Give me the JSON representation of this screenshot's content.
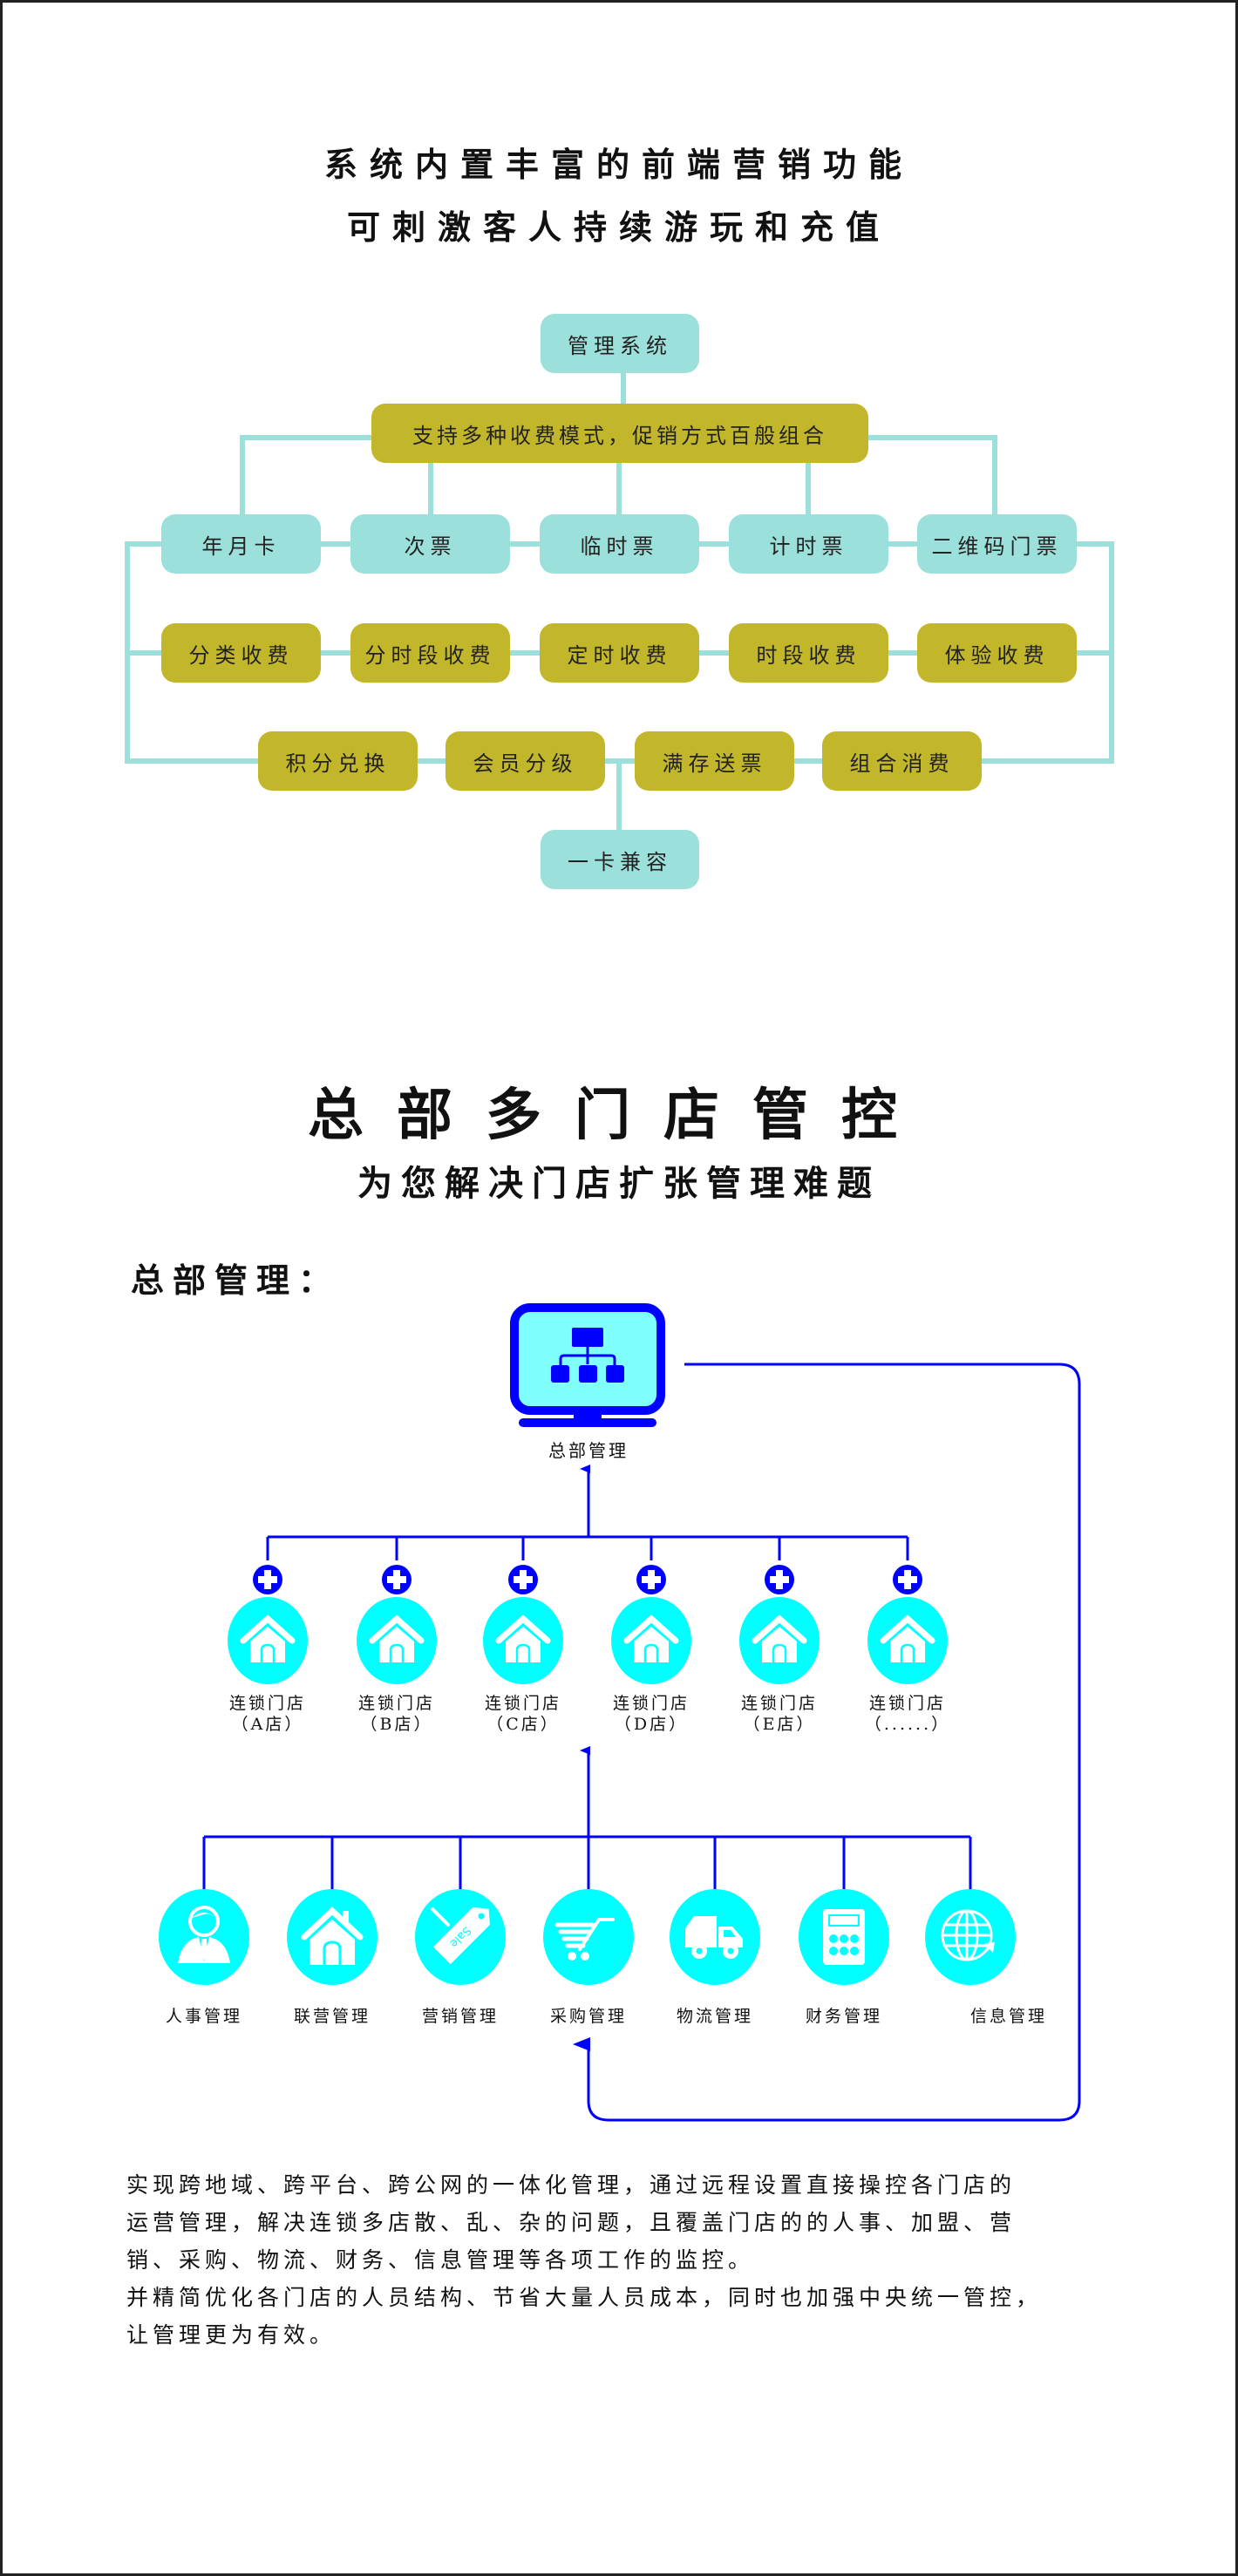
{
  "section1": {
    "title_line1": "系统内置丰富的前端营销功能",
    "title_line2": "可刺激客人持续游玩和充值",
    "root": "管理系统",
    "hub": "支持多种收费模式，促销方式百般组合",
    "row1": [
      "年月卡",
      "次票",
      "临时票",
      "计时票",
      "二维码门票"
    ],
    "row2": [
      "分类收费",
      "分时段收费",
      "定时收费",
      "时段收费",
      "体验收费"
    ],
    "row3": [
      "积分兑换",
      "会员分级",
      "满存送票",
      "组合消费"
    ],
    "leaf": "一卡兼容"
  },
  "section2": {
    "title": "总部多门店管控",
    "subtitle": "为您解决门店扩张管理难题",
    "heading": "总部管理：",
    "hq_label": "总部管理",
    "stores": [
      {
        "name": "连锁门店",
        "sub": "（A店）"
      },
      {
        "name": "连锁门店",
        "sub": "（B店）"
      },
      {
        "name": "连锁门店",
        "sub": "（C店）"
      },
      {
        "name": "连锁门店",
        "sub": "（D店）"
      },
      {
        "name": "连锁门店",
        "sub": "（E店）"
      },
      {
        "name": "连锁门店",
        "sub": "（......）"
      }
    ],
    "modules": [
      {
        "label": "人事管理",
        "icon": "person-icon"
      },
      {
        "label": "联营管理",
        "icon": "house-icon"
      },
      {
        "label": "营销管理",
        "icon": "sale-tag-icon"
      },
      {
        "label": "采购管理",
        "icon": "shopping-cart-icon"
      },
      {
        "label": "物流管理",
        "icon": "truck-icon"
      },
      {
        "label": "财务管理",
        "icon": "calculator-icon"
      },
      {
        "label": "信息管理",
        "icon": "globe-icon"
      }
    ],
    "sale_text": "Sale",
    "paragraph": [
      "实现跨地域、跨平台、跨公网的一体化管理，通过远程设置直接操控各门店的",
      "运营管理，解决连锁多店散、乱、杂的问题，且覆盖门店的的人事、加盟、营",
      "销、采购、物流、财务、信息管理等各项工作的监控。",
      "并精简优化各门店的人员结构、节省大量人员成本，同时也加强中央统一管控，",
      "让管理更为有效。"
    ]
  },
  "colors": {
    "teal_box": "#9be0da",
    "olive_box": "#c2b62a",
    "icon_cyan": "#00ffff",
    "line_blue": "#0000ff",
    "monitor_screen": "#80ffff"
  }
}
